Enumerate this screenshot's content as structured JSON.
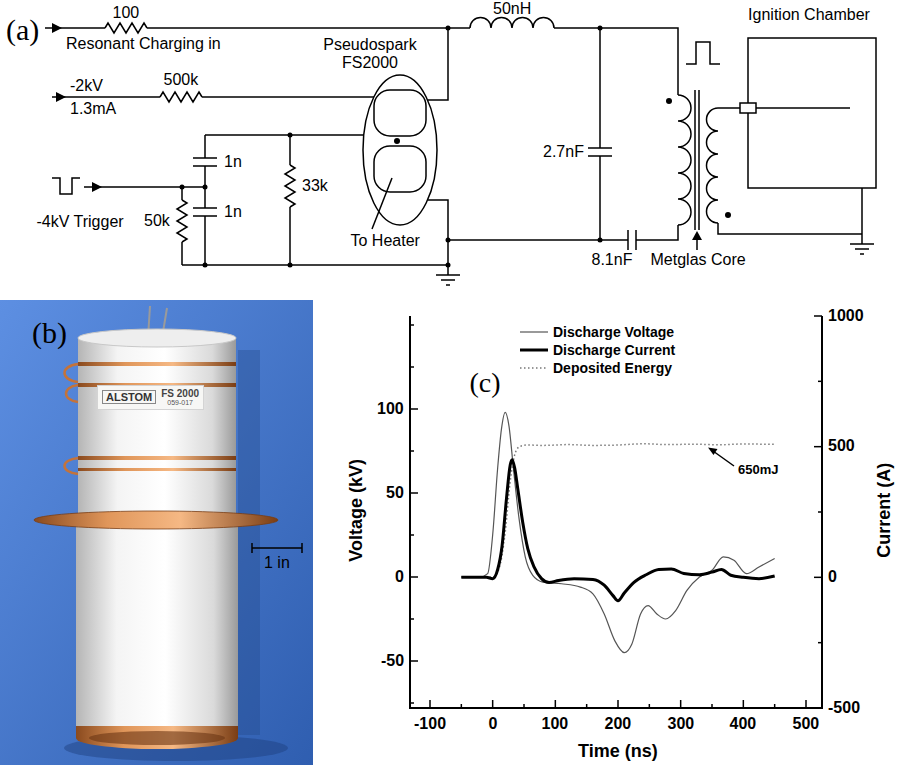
{
  "diagram": {
    "nodes": [
      {
        "text": [
          "Pseudospark FS2000"
        ]
      },
      {
        "text": [
          "Ignition Chamber"
        ]
      },
      {
        "text": [
          "ALSTOM",
          "FS 2000",
          "059-017"
        ]
      }
    ],
    "labels": [
      "(a)",
      "100",
      "Resonant Charging in",
      "50nH",
      "-2kV",
      "1.3mA",
      "500k",
      "1n",
      "1n",
      "33k",
      "2.7nF",
      "-4kV Trigger",
      "50k",
      "To Heater",
      "8.1nF",
      "Metglas Core",
      "(b)",
      "1 in",
      "(c)",
      "100",
      "50",
      "0",
      "-50",
      "Voltage (kV)",
      "1000",
      "500",
      "0",
      "-500",
      "Current (A)",
      "-100",
      "0",
      "100",
      "200",
      "300",
      "400",
      "500",
      "Time (ns)",
      "650mJ"
    ],
    "legend": [
      {
        "text": "Discharge Voltage"
      },
      {
        "text": "Discharge Current"
      },
      {
        "text": "Deposited Energy"
      }
    ]
  }
}
